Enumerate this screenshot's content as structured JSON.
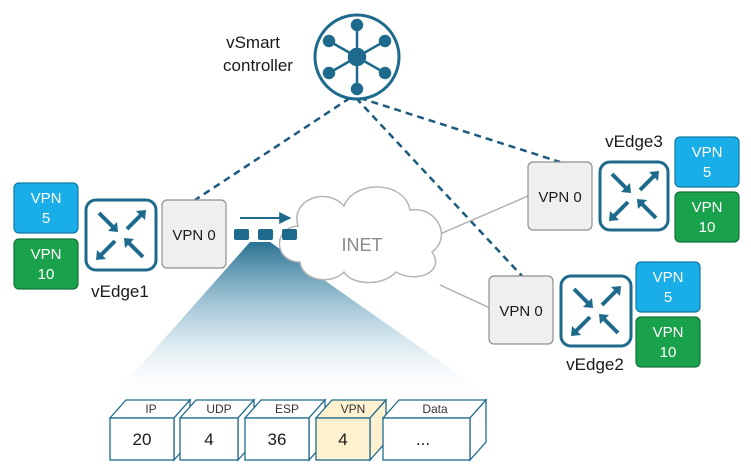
{
  "controller": {
    "label_line1": "vSmart",
    "label_line2": "controller"
  },
  "cloud": {
    "label": "INET"
  },
  "edges": [
    {
      "name": "vEdge1",
      "vpn0": "VPN 0",
      "vpn_a_line1": "VPN",
      "vpn_a_line2": "5",
      "vpn_b_line1": "VPN",
      "vpn_b_line2": "10"
    },
    {
      "name": "vEdge2",
      "vpn0": "VPN 0",
      "vpn_a_line1": "VPN",
      "vpn_a_line2": "5",
      "vpn_b_line1": "VPN",
      "vpn_b_line2": "10"
    },
    {
      "name": "vEdge3",
      "vpn0": "VPN 0",
      "vpn_a_line1": "VPN",
      "vpn_a_line2": "5",
      "vpn_b_line1": "VPN",
      "vpn_b_line2": "10"
    }
  ],
  "packet": {
    "fields": [
      {
        "header": "IP",
        "value": "20"
      },
      {
        "header": "UDP",
        "value": "4"
      },
      {
        "header": "ESP",
        "value": "36"
      },
      {
        "header": "VPN",
        "value": "4"
      },
      {
        "header": "Data",
        "value": "..."
      }
    ]
  },
  "colors": {
    "brand_teal": "#1e6a8c",
    "dashed_link": "#1c5a7e",
    "vpn5_blue": "#19aee8",
    "vpn10_green": "#1aa14b",
    "vpn0_box": "#efefef",
    "highlight_field": "#fdf1cf"
  }
}
